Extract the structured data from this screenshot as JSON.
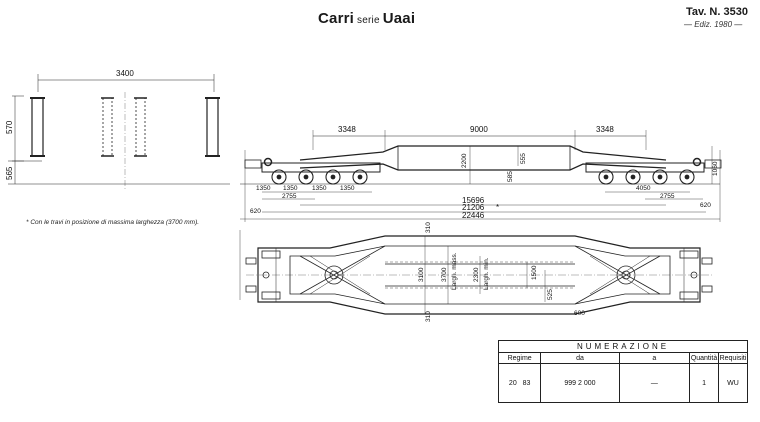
{
  "title": {
    "main": "Carri",
    "series_word": "serie",
    "model": "Uaai"
  },
  "plate": {
    "number": "Tav. N. 3530",
    "edition": "— Ediz. 1980 —"
  },
  "footnote": "* Con le travi in posizione di massima larghezza (3700 mm).",
  "left_view": {
    "width": "3400",
    "height_top": "570",
    "height_bottom": "565"
  },
  "side_view": {
    "dim_3348_left": "3348",
    "dim_9000": "9000",
    "dim_3348_right": "3348",
    "dim_2200": "2200",
    "dim_555": "555",
    "dim_585": "585",
    "dim_1060": "1060",
    "dim_1350_a": "1350",
    "dim_1350_b": "1350",
    "dim_1350_c": "1350",
    "dim_1350_d": "1350",
    "dim_4050": "4050",
    "dim_2755_left": "2755",
    "dim_2755_right": "2755",
    "dim_15696": "15696",
    "dim_21206": "21206",
    "asterisk": "*",
    "dim_620_left": "620",
    "dim_620_right": "620",
    "dim_22446": "22446"
  },
  "plan_view": {
    "dim_310_top": "310",
    "dim_310_bottom": "310",
    "dim_3100": "3100",
    "dim_3700": "3700",
    "dim_2300": "2300",
    "label_largh_mass": "Largh. mass.",
    "label_largh_min": "Largh. min.",
    "dim_1500": "1500",
    "dim_525": "525",
    "dim_600": "600"
  },
  "numerazione": {
    "heading": "NUMERAZIONE",
    "columns": {
      "regime": "Regime",
      "da": "da",
      "a": "a",
      "quantita": "Quantità",
      "requisiti": "Requisiti"
    },
    "row": {
      "regime_1": "20",
      "regime_2": "83",
      "da": "999 2 000",
      "a": "—",
      "quantita": "1",
      "requisiti": "WU"
    }
  }
}
